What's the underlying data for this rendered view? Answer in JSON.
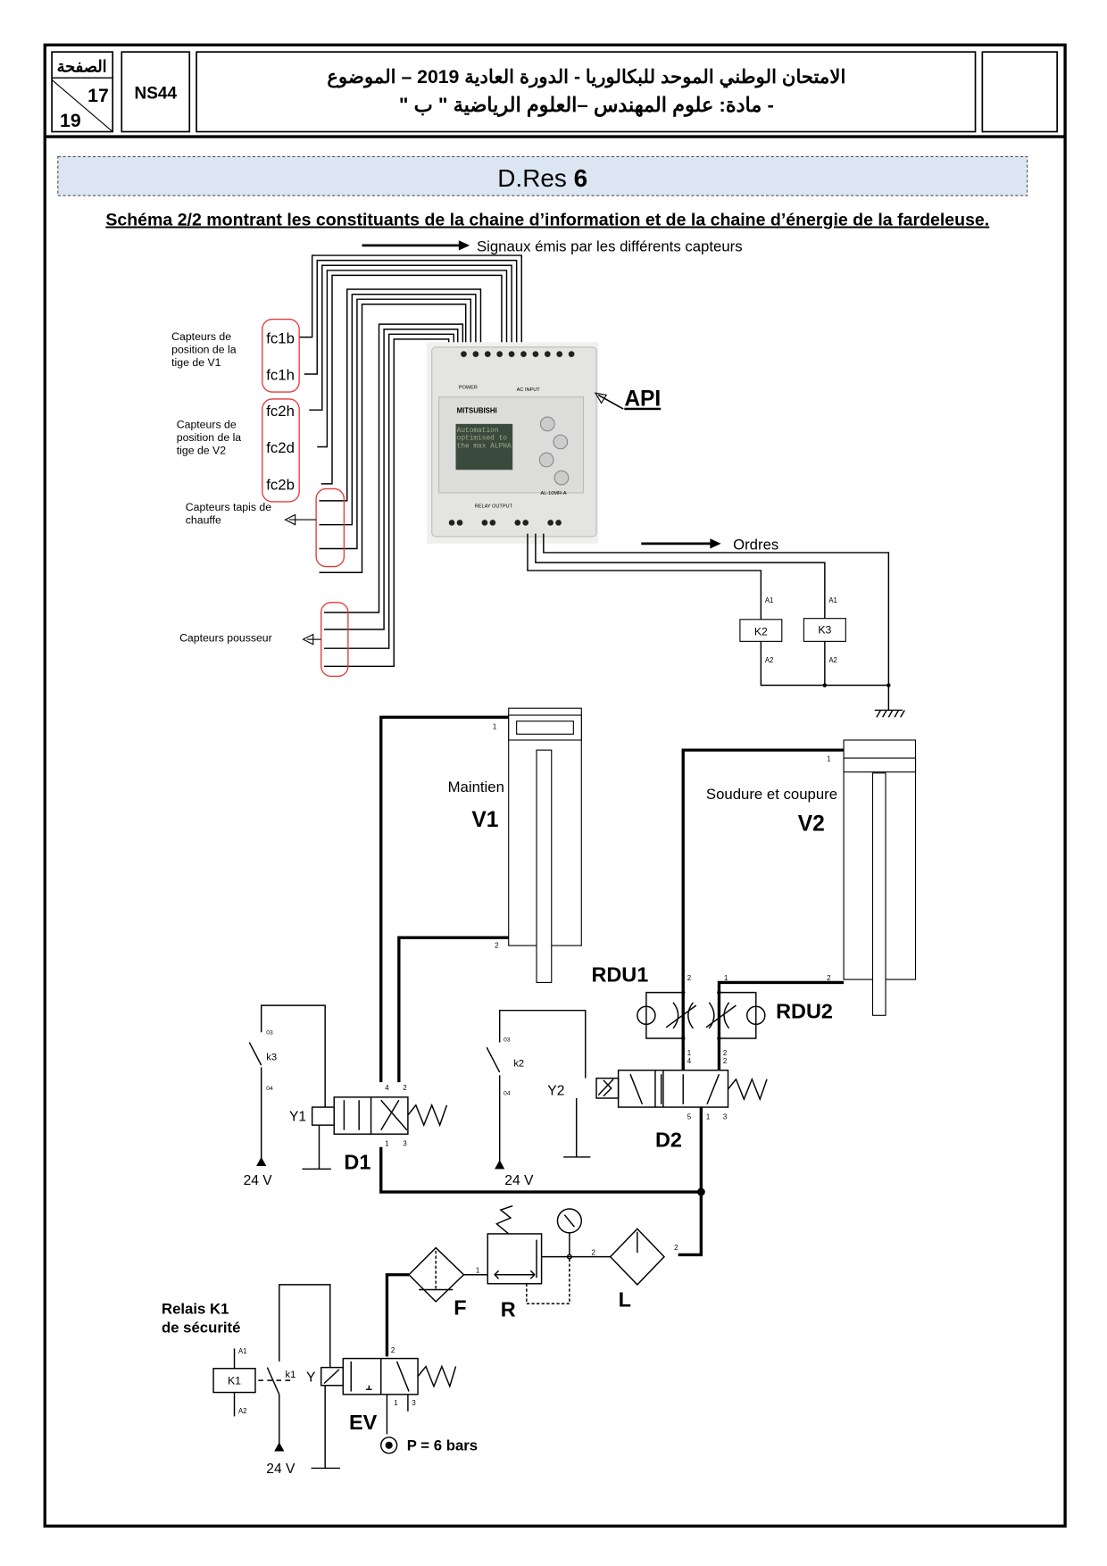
{
  "header": {
    "page_label": "الصفحة",
    "page_current": "17",
    "page_total": "19",
    "code": "NS44",
    "title_line1": "الامتحان الوطني الموحد للبكالوريا - الدورة العادية 2019 – الموضوع",
    "title_line2": "- مادة: علوم المهندس –العلوم الرياضية \" ب \""
  },
  "banner": {
    "prefix": "D.Res",
    "number": "6"
  },
  "doc_title": "Schéma 2/2 montrant les constituants de la chaine d’information et de la chaine d’énergie de la fardeleuse.",
  "legend": {
    "signals": "Signaux émis par les différents capteurs",
    "orders": "Ordres"
  },
  "api": {
    "label": "API",
    "brand": "MITSUBISHI",
    "screen": "Automation optimised to the max ALPHA",
    "power": "POWER",
    "ac_input": "AC INPUT",
    "relay_output": "RELAY OUTPUT",
    "model": "AL-10MR-A"
  },
  "sensors": {
    "v1_group": "Capteurs de position de la tige de V1",
    "v2_group": "Capteurs de position de la tige de V2",
    "tapis_group": "Capteurs tapis de chauffe",
    "pousseur_group": "Capteurs pousseur",
    "items": [
      "fc1b",
      "fc1h",
      "fc2h",
      "fc2d",
      "fc2b"
    ]
  },
  "relays": {
    "k2": "K2",
    "k3": "K3",
    "a1": "A1",
    "a2": "A2"
  },
  "cylinders": {
    "v1_name": "Maintien",
    "v1": "V1",
    "v2_name": "Soudure et coupure",
    "v2": "V2",
    "port1": "1",
    "port2": "2"
  },
  "valves": {
    "d1": "D1",
    "d2": "D2",
    "ev": "EV",
    "y1": "Y1",
    "y2": "Y2",
    "y": "Y",
    "rdu1": "RDU1",
    "rdu2": "RDU2"
  },
  "contacts": {
    "k3": "k3",
    "k2": "k2",
    "k1": "k1",
    "c03": "03",
    "c04": "04"
  },
  "supply": {
    "v24": "24 V",
    "pressure": "P = 6 bars"
  },
  "frl": {
    "f": "F",
    "r": "R",
    "l": "L"
  },
  "safety_relay": {
    "line1": "Relais K1",
    "line2": "de sécurité",
    "k1": "K1"
  },
  "ports": {
    "p1": "1",
    "p2": "2",
    "p3": "3",
    "p4": "4",
    "p5": "5"
  }
}
